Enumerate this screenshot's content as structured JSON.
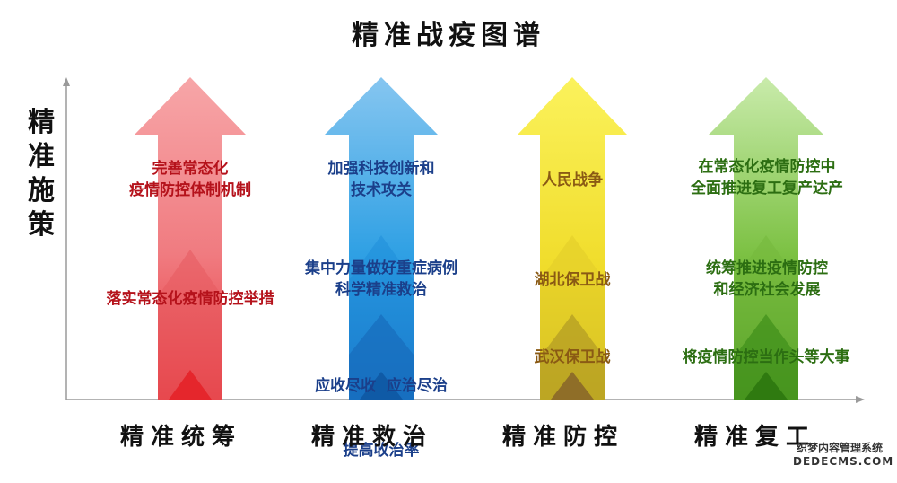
{
  "title": "精准战疫图谱",
  "y_axis_label": "精准施策",
  "columns": [
    {
      "name": "精准统筹",
      "labels": [
        {
          "lines": [
            "完善常态化",
            "疫情防控体制机制"
          ]
        },
        {
          "lines": [
            "落实常态化疫情防控举措"
          ]
        }
      ]
    },
    {
      "name": "精准救治",
      "labels": [
        {
          "lines": [
            "加强科技创新和",
            "技术攻关"
          ]
        },
        {
          "lines": [
            "集中力量做好重症病例",
            "科学精准救治"
          ]
        },
        {
          "lines": [
            "应收尽收  应治尽治",
            "提高收治率"
          ]
        }
      ]
    },
    {
      "name": "精准防控",
      "labels": [
        {
          "lines": [
            "人民战争"
          ]
        },
        {
          "lines": [
            "湖北保卫战"
          ]
        },
        {
          "lines": [
            "武汉保卫战"
          ]
        }
      ]
    },
    {
      "name": "精准复工",
      "labels": [
        {
          "lines": [
            "在常态化疫情防控中",
            "全面推进复工复产达产"
          ]
        },
        {
          "lines": [
            "统筹推进疫情防控",
            "和经济社会发展"
          ]
        },
        {
          "lines": [
            "将疫情防控当作头等大事"
          ]
        }
      ]
    }
  ],
  "colors": {
    "red": "#e8343a",
    "blue": "#1e7fd6",
    "yellow": "#f4e23a",
    "green": "#5aa51e"
  },
  "watermark": {
    "line1": "织梦内容管理系统",
    "line2": "DEDECMS.COM"
  }
}
